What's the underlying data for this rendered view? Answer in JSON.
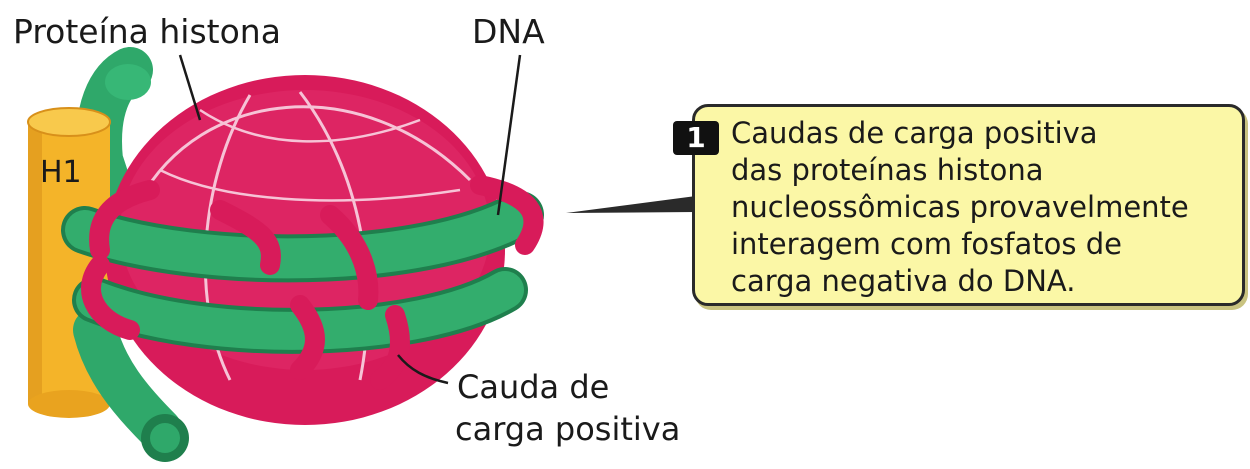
{
  "labels": {
    "histone_protein": "Proteína histona",
    "dna": "DNA",
    "h1": "H1",
    "tail_line1": "Cauda de",
    "tail_line2": "carga positiva"
  },
  "callout": {
    "number": "1",
    "lines": [
      "Caudas de carga positiva",
      "das proteínas histona",
      "nucleossômicas provavelmente",
      "interagem com fosfatos de",
      "carga negativa do DNA."
    ]
  },
  "colors": {
    "histone": "#d81b5a",
    "histone_line": "#f6c3d6",
    "dna": "#2fa86a",
    "dna_dark": "#1f7f4d",
    "h1": "#f4b429",
    "h1_dark": "#d8901a",
    "callout_bg": "#fbf7a6"
  }
}
